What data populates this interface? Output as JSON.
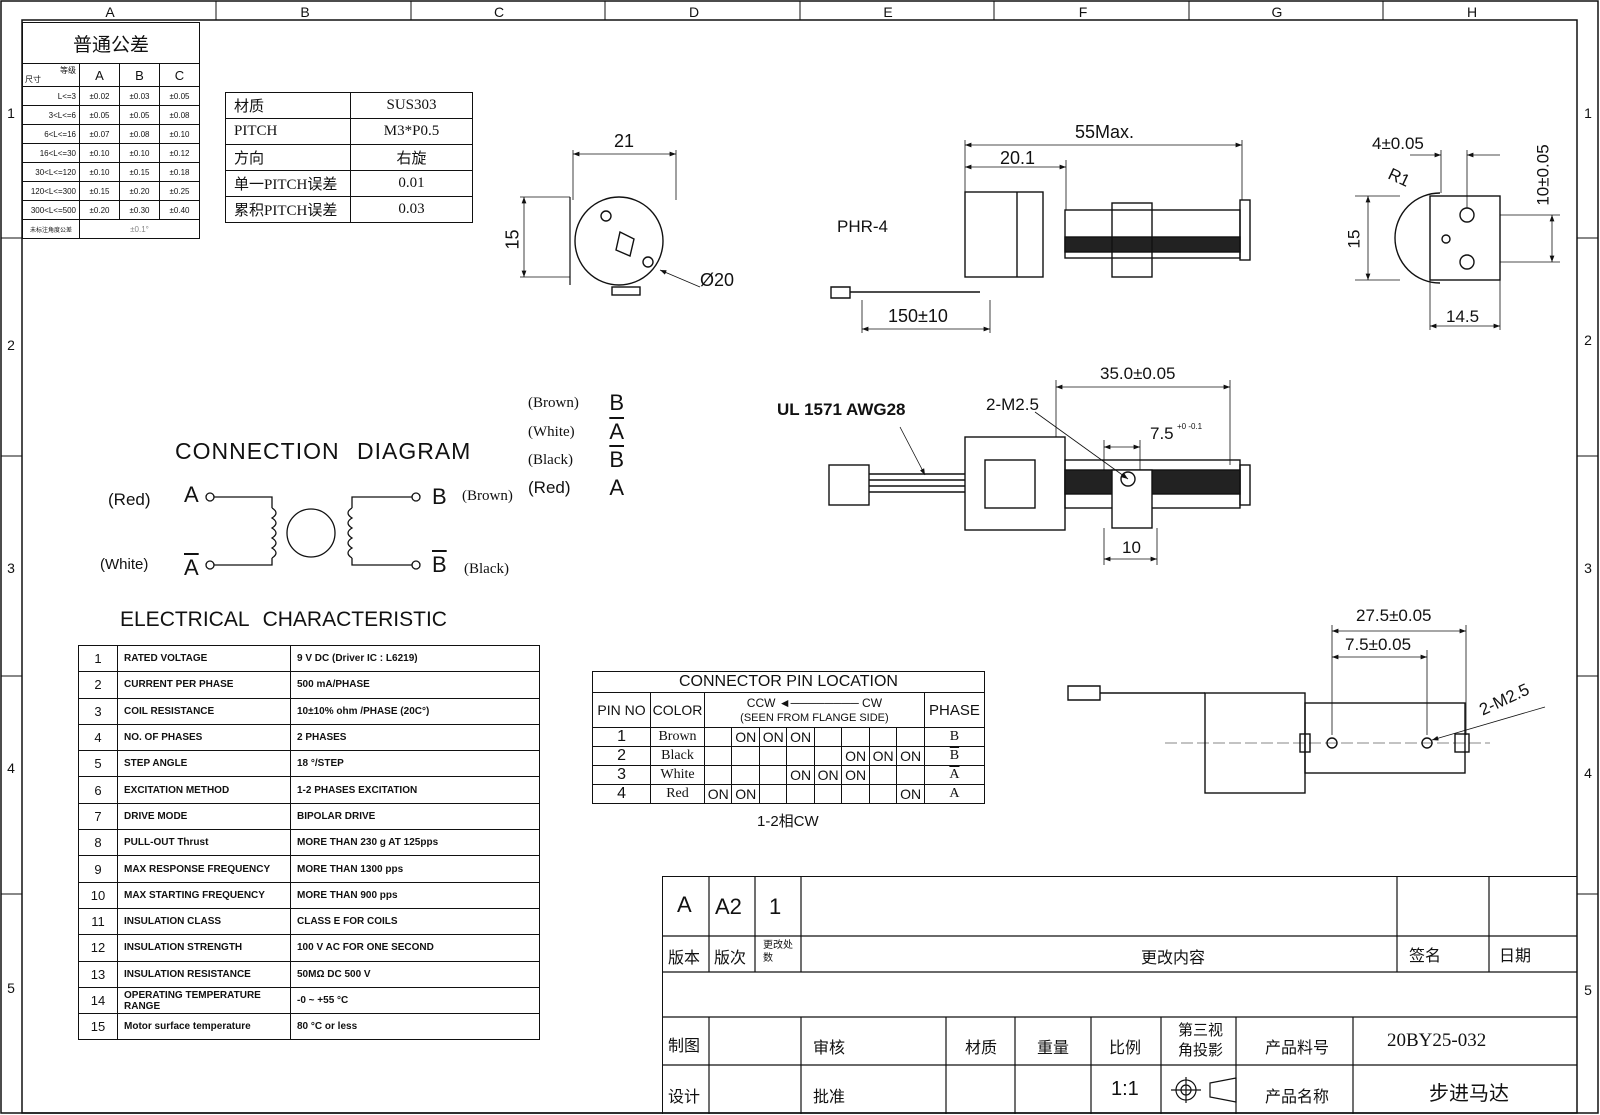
{
  "frame": {
    "columns": [
      "A",
      "B",
      "C",
      "D",
      "E",
      "F",
      "G",
      "H"
    ],
    "rows": [
      "1",
      "2",
      "3",
      "4",
      "5"
    ]
  },
  "tolerance": {
    "title": "普通公差",
    "header_grade": "等级",
    "header_size": "尺寸",
    "cols": [
      "A",
      "B",
      "C"
    ],
    "rows": [
      {
        "range": "L<=3",
        "a": "±0.02",
        "b": "±0.03",
        "c": "±0.05"
      },
      {
        "range": "3<L<=6",
        "a": "±0.05",
        "b": "±0.05",
        "c": "±0.08"
      },
      {
        "range": "6<L<=16",
        "a": "±0.07",
        "b": "±0.08",
        "c": "±0.10"
      },
      {
        "range": "16<L<=30",
        "a": "±0.10",
        "b": "±0.10",
        "c": "±0.12"
      },
      {
        "range": "30<L<=120",
        "a": "±0.10",
        "b": "±0.15",
        "c": "±0.18"
      },
      {
        "range": "120<L<=300",
        "a": "±0.15",
        "b": "±0.20",
        "c": "±0.25"
      },
      {
        "range": "300<L<=500",
        "a": "±0.20",
        "b": "±0.30",
        "c": "±0.40"
      }
    ],
    "angle_label": "未标注角度公差",
    "angle_value": "±0.1°"
  },
  "material": [
    {
      "k": "材质",
      "v": "SUS303"
    },
    {
      "k": "PITCH",
      "v": "M3*P0.5"
    },
    {
      "k": "方向",
      "v": "右旋"
    },
    {
      "k": "单一PITCH误差",
      "v": "0.01"
    },
    {
      "k": "累积PITCH误差",
      "v": "0.03"
    }
  ],
  "dims": {
    "d21": "21",
    "d15a": "15",
    "d20": "Ø20",
    "phr": "PHR-4",
    "d55": "55Max.",
    "d201": "20.1",
    "d150": "150±10",
    "d4": "4±0.05",
    "r1": "R1",
    "d10": "10±0.05",
    "d15b": "15",
    "d145": "14.5",
    "ul": "UL 1571 AWG28",
    "m25a": "2-M2.5",
    "d35": "35.0±0.05",
    "d75": "7.5",
    "d75tol": "+0 -0.1",
    "d10b": "10",
    "d275": "27.5±0.05",
    "d75b": "7.5±0.05",
    "m25b": "2-M2.5"
  },
  "connection": {
    "title": "CONNECTION DIAGRAM",
    "red": "(Red)",
    "white": "(White)",
    "brown": "(Brown)",
    "black": "(Black)",
    "a": "A",
    "abar": "A",
    "b": "B",
    "bbar": "B",
    "legend": [
      {
        "color": "(Brown)",
        "sym": "B",
        "bar": false
      },
      {
        "color": "(White)",
        "sym": "A",
        "bar": true
      },
      {
        "color": "(Black)",
        "sym": "B",
        "bar": true
      },
      {
        "color": "(Red)",
        "sym": "A",
        "bar": false
      }
    ]
  },
  "electrical": {
    "title": "ELECTRICAL CHARACTERISTIC",
    "rows": [
      {
        "n": "1",
        "k": "RATED VOLTAGE",
        "v": "9 V DC (Driver IC : L6219)"
      },
      {
        "n": "2",
        "k": "CURRENT PER PHASE",
        "v": "500 mA/PHASE"
      },
      {
        "n": "3",
        "k": "COIL RESISTANCE",
        "v": "10±10% ohm /PHASE (20C°)"
      },
      {
        "n": "4",
        "k": "NO. OF PHASES",
        "v": "2 PHASES"
      },
      {
        "n": "5",
        "k": "STEP ANGLE",
        "v": "18 °/STEP"
      },
      {
        "n": "6",
        "k": "EXCITATION METHOD",
        "v": "1-2 PHASES EXCITATION"
      },
      {
        "n": "7",
        "k": "DRIVE MODE",
        "v": "BIPOLAR DRIVE"
      },
      {
        "n": "8",
        "k": "PULL-OUT Thrust",
        "v": "MORE THAN 230 g AT 125pps"
      },
      {
        "n": "9",
        "k": "MAX RESPONSE FREQUENCY",
        "v": "MORE THAN 1300 pps"
      },
      {
        "n": "10",
        "k": "MAX STARTING FREQUENCY",
        "v": "MORE THAN 900 pps"
      },
      {
        "n": "11",
        "k": "INSULATION CLASS",
        "v": "CLASS E FOR COILS"
      },
      {
        "n": "12",
        "k": "INSULATION STRENGTH",
        "v": "100 V AC FOR ONE SECOND"
      },
      {
        "n": "13",
        "k": "INSULATION RESISTANCE",
        "v": "50MΩ DC 500 V"
      },
      {
        "n": "14",
        "k": "OPERATING TEMPERATURE RANGE",
        "v": "-0 ~ +55 °C"
      },
      {
        "n": "15",
        "k": "Motor surface temperature",
        "v": "80 °C or less"
      }
    ]
  },
  "pinloc": {
    "title": "CONNECTOR PIN LOCATION",
    "h_pin": "PIN NO",
    "h_color": "COLOR",
    "h_ccw": "CCW",
    "h_cw": "CW",
    "h_seen": "(SEEN FROM FLANGE SIDE)",
    "h_phase": "PHASE",
    "rows": [
      {
        "pin": "1",
        "color": "Brown",
        "steps": [
          "",
          "ON",
          "ON",
          "ON",
          "",
          "",
          "",
          ""
        ],
        "phase": "B"
      },
      {
        "pin": "2",
        "color": "Black",
        "steps": [
          "",
          "",
          "",
          "",
          "",
          "ON",
          "ON",
          "ON"
        ],
        "phase": "B"
      },
      {
        "pin": "3",
        "color": "White",
        "steps": [
          "",
          "",
          "",
          "ON",
          "ON",
          "ON",
          "",
          ""
        ],
        "phase": "A"
      },
      {
        "pin": "4",
        "color": "Red",
        "steps": [
          "ON",
          "ON",
          "",
          "",
          "",
          "",
          "",
          "ON"
        ],
        "phase": "A"
      }
    ],
    "caption": "1-2相CW"
  },
  "titleblock": {
    "rev": "A",
    "size": "A2",
    "count": "1",
    "h_rev": "版本",
    "h_ver": "版次",
    "h_chg": "更改处数",
    "h_content": "更改内容",
    "h_sign": "签名",
    "h_date": "日期",
    "draw": "制图",
    "review": "审核",
    "material": "材质",
    "weight": "重量",
    "scale_l": "比例",
    "proj": "第三视角投影",
    "partno_l": "产品料号",
    "partno": "20BY25-032",
    "design": "设计",
    "approve": "批准",
    "scale": "1:1",
    "name_l": "产品名称",
    "name": "步进马达"
  }
}
